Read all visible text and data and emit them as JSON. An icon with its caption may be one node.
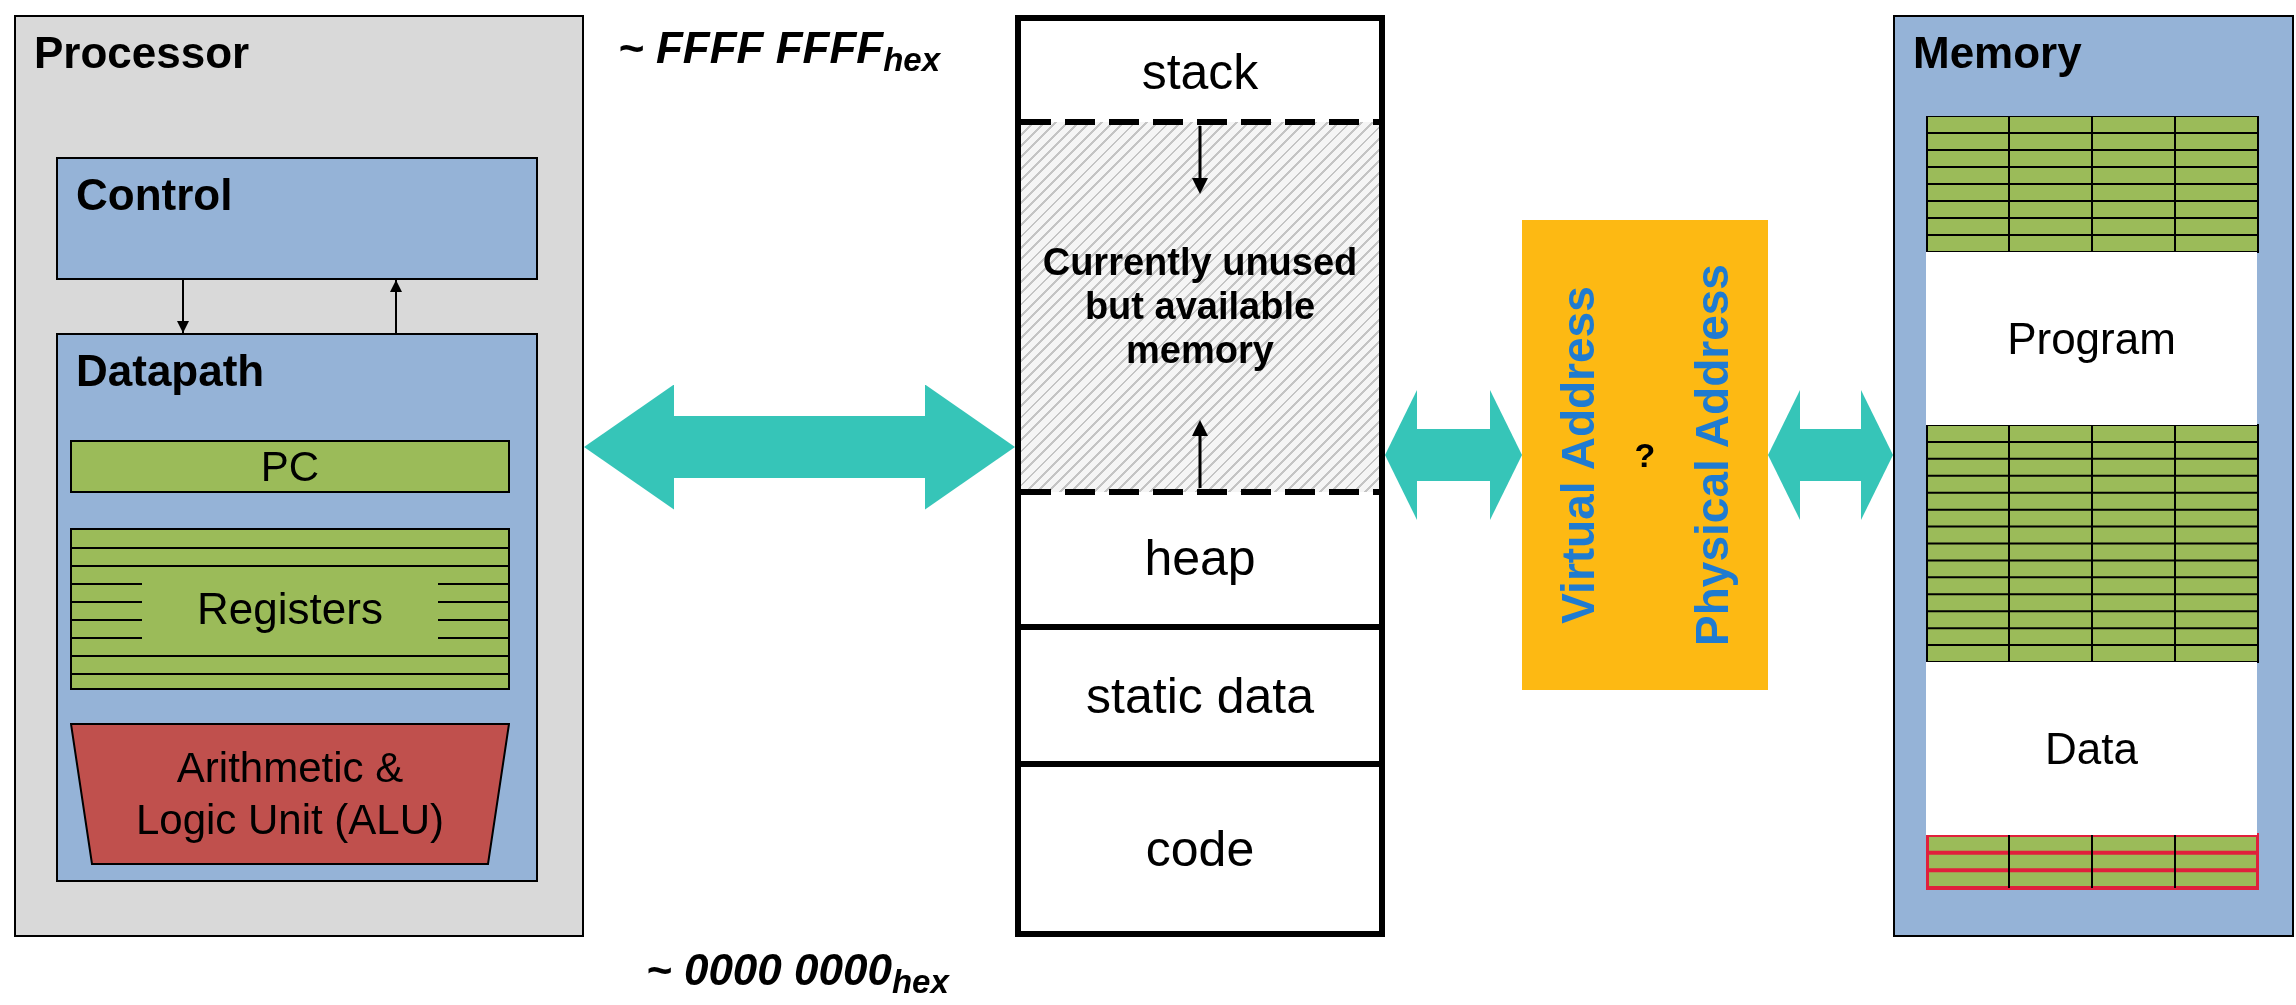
{
  "diagram": {
    "nodes": [
      {
        "text": [
          "Processor"
        ]
      },
      {
        "text": [
          "Control"
        ],
        "in": 0
      },
      {
        "text": [
          "Datapath"
        ],
        "in": 0
      },
      {
        "text": [
          "PC"
        ],
        "in": 2
      },
      {
        "text": [
          "Registers"
        ],
        "in": 2
      },
      {
        "text": [
          "Arithmetic & Logic Unit (ALU)"
        ],
        "in": 2
      },
      {
        "text": [],
        "shape": "box"
      },
      {
        "text": [
          "stack"
        ],
        "in": 6
      },
      {
        "text": [
          "Currently unused but available memory"
        ],
        "in": 6
      },
      {
        "text": [
          "heap"
        ],
        "in": 6
      },
      {
        "text": [
          "static data"
        ],
        "in": 6
      },
      {
        "text": [
          "code"
        ],
        "in": 6
      },
      {
        "text": [
          "Virtual Address",
          "?",
          "Physical Address"
        ]
      },
      {
        "text": [
          "Memory"
        ]
      },
      {
        "text": [
          "Program"
        ],
        "in": 13
      },
      {
        "text": [
          "Data"
        ],
        "in": 13
      }
    ],
    "edges": [
      {
        "from": 1,
        "to": 2,
        "arrow": "to",
        "color": "#000000"
      },
      {
        "from": 2,
        "to": 1,
        "arrow": "to",
        "color": "#000000"
      },
      {
        "from": 0,
        "to": 6,
        "arrow": "both"
      },
      {
        "from": 6,
        "to": 12,
        "arrow": "both"
      },
      {
        "from": 12,
        "to": 13,
        "arrow": "both"
      }
    ],
    "labels": [
      "~ FFFF FFFF$_{hex}$",
      "~ 0000 0000$_{hex}$"
    ]
  }
}
